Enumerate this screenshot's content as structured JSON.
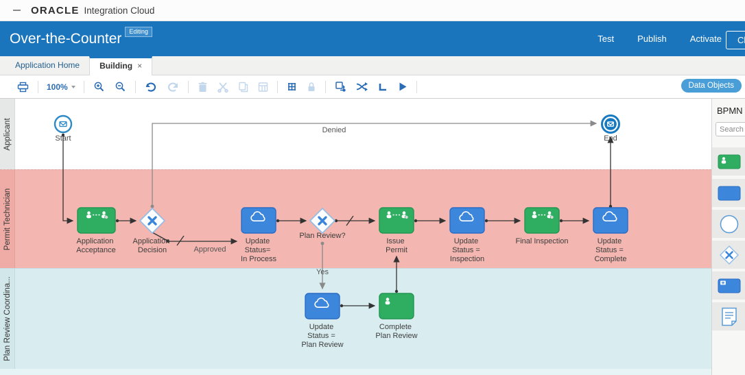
{
  "topbar": {
    "minimize_icon": "minus",
    "brand": "ORACLE",
    "product": "Integration Cloud"
  },
  "header": {
    "title": "Over-the-Counter",
    "badge": "Editing",
    "actions": [
      {
        "label": "Test"
      },
      {
        "label": "Publish"
      },
      {
        "label": "Activate"
      },
      {
        "label": "Close"
      }
    ]
  },
  "tabs": [
    {
      "label": "Application Home",
      "active": false
    },
    {
      "label": "Building",
      "active": true,
      "close": "×"
    }
  ],
  "toolbar": {
    "zoom_level": "100%",
    "data_objects_label": "Data Objects",
    "icons": [
      "printer",
      "zoom-level-dropdown",
      "zoom-in",
      "zoom-out",
      "undo",
      "redo",
      "delete",
      "cut",
      "copy",
      "paste",
      "grid",
      "lock",
      "transform",
      "shuffle",
      "resize",
      "run"
    ]
  },
  "lanes": [
    "Applicant",
    "Permit Technician",
    "Plan Review Coordina..."
  ],
  "diagram": {
    "start_label": "Start",
    "end_label": "End",
    "edge_labels": {
      "denied": "Denied",
      "approved": "Approved",
      "yes": "Yes"
    },
    "nodes": {
      "application_acceptance": [
        "Application",
        "Acceptance"
      ],
      "application_decision": [
        "Application",
        "Decision"
      ],
      "update_in_process": [
        "Update",
        "Status=",
        "In Process"
      ],
      "plan_review": [
        "Plan Review?"
      ],
      "issue_permit": [
        "Issue",
        "Permit"
      ],
      "update_inspection": [
        "Update",
        "Status =",
        "Inspection"
      ],
      "final_inspection": [
        "Final Inspection"
      ],
      "update_complete": [
        "Update",
        "Status =",
        "Complete"
      ],
      "update_plan_review": [
        "Update",
        "Status =",
        "Plan Review"
      ],
      "complete_plan_review": [
        "Complete",
        "Plan Review"
      ]
    }
  },
  "palette": {
    "title": "BPMN",
    "search_placeholder": "Search",
    "items": [
      "human-task",
      "service-task",
      "event",
      "gateway",
      "subprocess",
      "note"
    ]
  },
  "colors": {
    "header_blue": "#1a75bc",
    "task_green": "#2fae62",
    "task_green_border": "#239553",
    "task_blue": "#3c87dc",
    "task_blue_border": "#2b6cc4",
    "lane_permit_pink": "#f3b6b0",
    "lane_planreview_blue": "#d9edf0",
    "event_blue": "#1779c0",
    "gateway_border": "#92bce8",
    "data_objects_button": "#4a9ed8"
  }
}
